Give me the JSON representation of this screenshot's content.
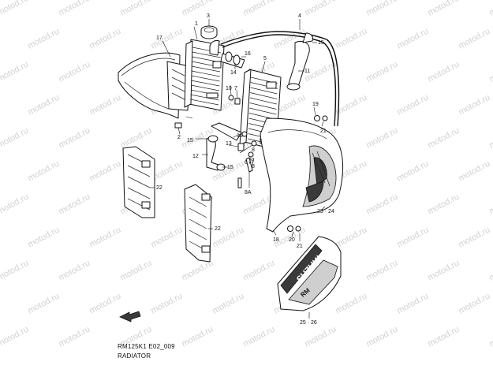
{
  "diagram": {
    "code": "RM125K1 E02_009",
    "title": "RADIATOR",
    "watermark": "motod.ru",
    "logo_text": "SUZUKI",
    "logo_subtext": "RM",
    "callouts": [
      "1",
      "2",
      "3",
      "4",
      "5",
      "6",
      "7",
      "8",
      "8",
      "8A",
      "9",
      "10",
      "11",
      "12",
      "13",
      "14",
      "15",
      "15",
      "15",
      "16",
      "16",
      "17",
      "18",
      "19",
      "20",
      "21",
      "21",
      "22",
      "22",
      "23 · 24",
      "25 · 26"
    ]
  }
}
